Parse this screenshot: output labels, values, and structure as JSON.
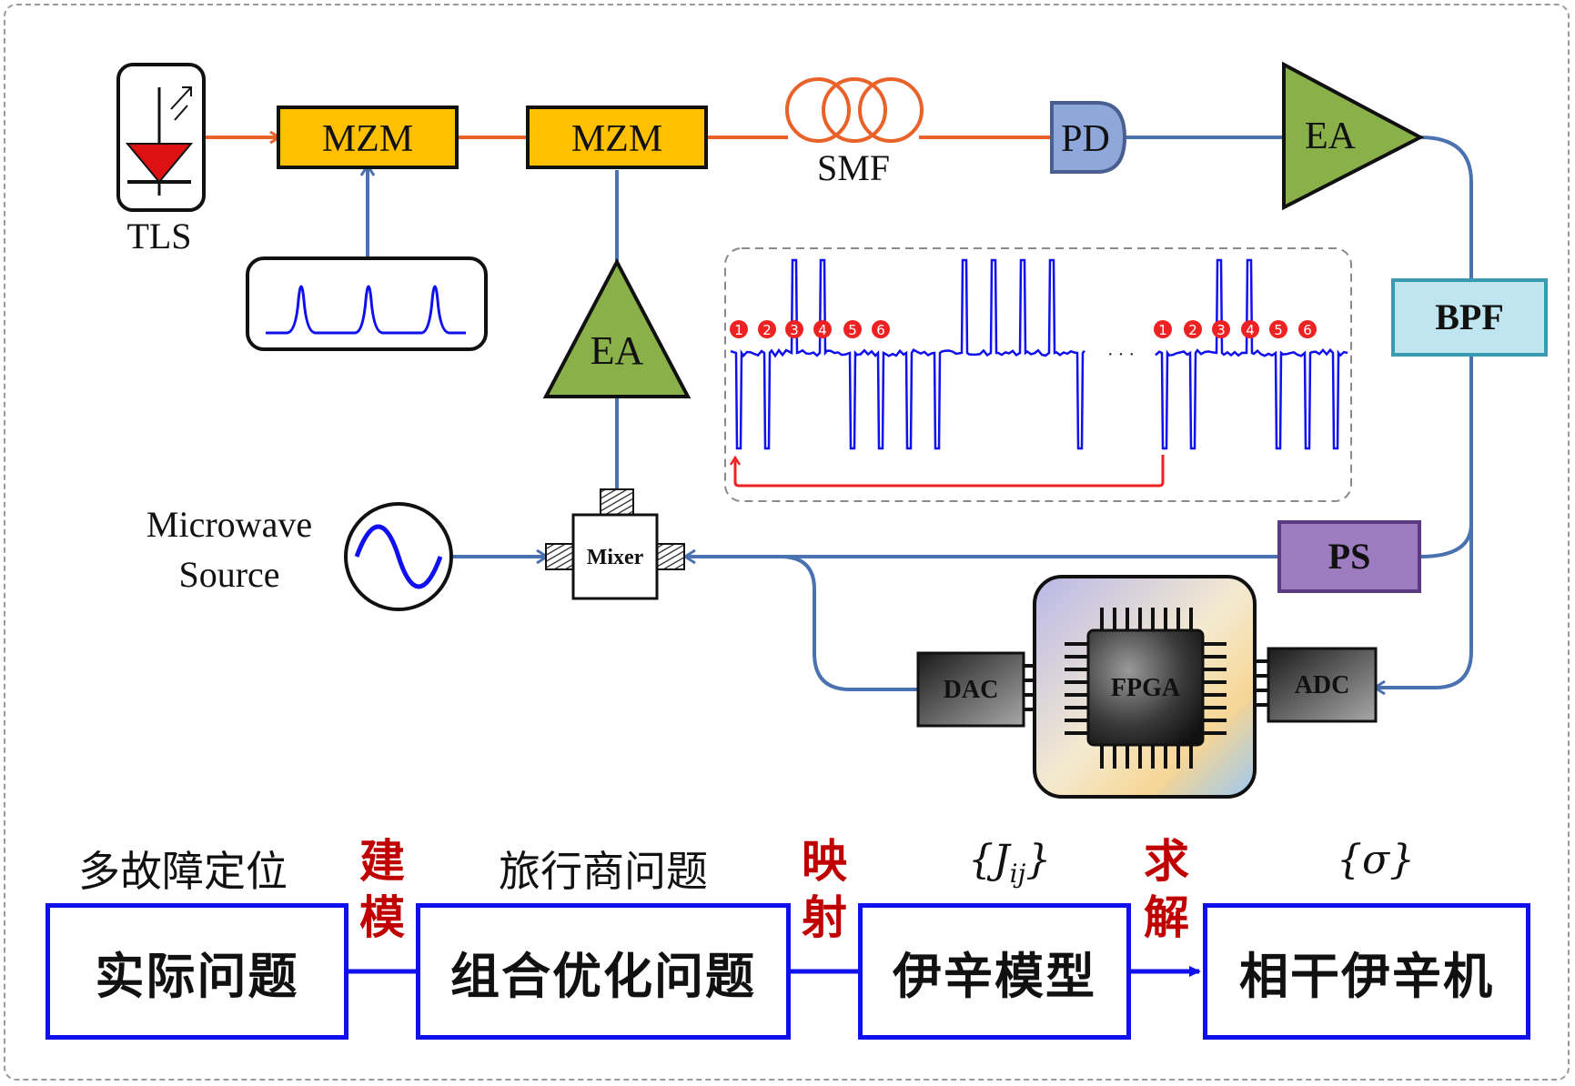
{
  "components": {
    "tls": "TLS",
    "mzm1": "MZM",
    "mzm2": "MZM",
    "smf": "SMF",
    "pd": "PD",
    "ea_top": "EA",
    "ea_mid": "EA",
    "bpf": "BPF",
    "ps": "PS",
    "mixer": "Mixer",
    "microwave_source_line1": "Microwave",
    "microwave_source_line2": "Source",
    "dac": "DAC",
    "fpga": "FPGA",
    "adc": "ADC"
  },
  "pulse_markers": [
    "1",
    "2",
    "3",
    "4",
    "5",
    "6"
  ],
  "pulse_ellipsis": "· · ·",
  "flow": {
    "boxes": [
      {
        "label": "实际问题",
        "top": "多故障定位"
      },
      {
        "label": "组合优化问题",
        "top": "旅行商问题"
      },
      {
        "label": "伊辛模型",
        "top": "{J_ij}"
      },
      {
        "label": "相干伊辛机",
        "top": "{σ}"
      }
    ],
    "verbs": [
      {
        "line1": "建",
        "line2": "模"
      },
      {
        "line1": "映",
        "line2": "射"
      },
      {
        "line1": "求",
        "line2": "解"
      }
    ]
  },
  "colors": {
    "optical_line": "#e8622a",
    "electrical_line": "#4a72b0",
    "mzm_fill": "#ffc000",
    "ea_fill": "#8ab04a",
    "pd_fill": "#8ea8dc",
    "bpf_fill": "#bfe6f0",
    "ps_fill": "#9e7cc0",
    "trace": "#1010ee",
    "marker": "#ee2222",
    "flow_border": "#1010ee",
    "flow_verb": "#c00000"
  }
}
